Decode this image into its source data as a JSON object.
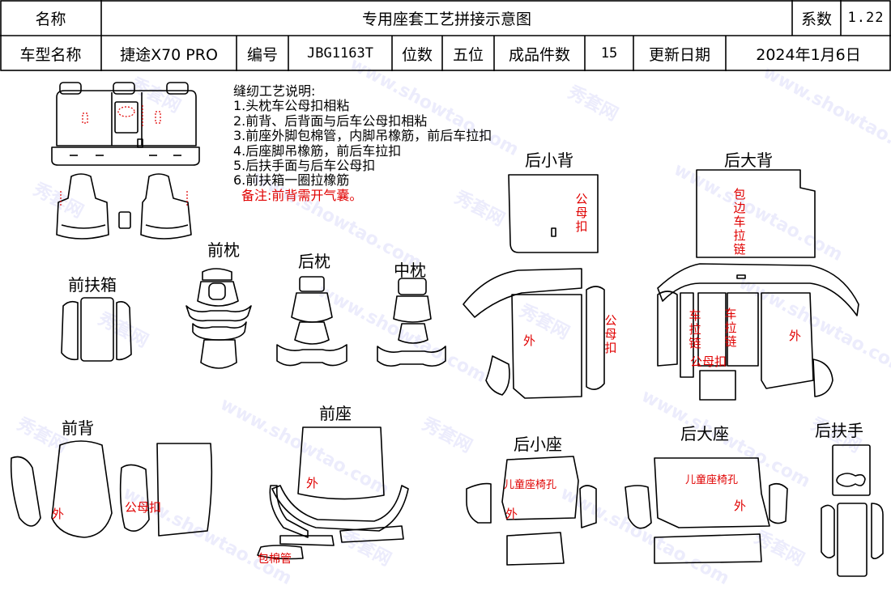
{
  "header": {
    "name_label": "名称",
    "title": "专用座套工艺拼接示意图",
    "coef_label": "系数",
    "coef_value": "1.22",
    "model_label": "车型名称",
    "model_value": "捷途X70 PRO",
    "code_label": "编号",
    "code_value": "JBG1163T",
    "seats_label": "位数",
    "seats_value": "五位",
    "pieces_label": "成品件数",
    "pieces_value": "15",
    "update_label": "更新日期",
    "update_value": "2024年1月6日"
  },
  "notes": {
    "title": "缝纫工艺说明:",
    "items": [
      "1.头枕车公母扣相粘",
      "2.前背、后背面与后车公母扣相粘",
      "3.前座外脚包棉管，内脚吊橡筋，前后车拉扣",
      "4.后座脚吊橡筋，前后车拉扣",
      "5.后扶手面与后车公母扣",
      "6.前扶箱一圈拉橡筋"
    ],
    "remark": "备注:前背需开气囊。"
  },
  "parts": {
    "front_headrest": "前枕",
    "rear_headrest": "后枕",
    "mid_headrest": "中枕",
    "front_armbox": "前扶箱",
    "rear_small_back": "后小背",
    "rear_big_back": "后大背",
    "front_back": "前背",
    "front_seat": "前座",
    "rear_small_seat": "后小座",
    "rear_big_seat": "后大座",
    "rear_armrest": "后扶手"
  },
  "annotations": {
    "snap_fastener": "公母扣",
    "outer": "外",
    "edge_zipper": "包边车拉链",
    "zipper": "车拉链",
    "child_seat_hole": "儿童座椅孔",
    "cotton_tube": "包棉管"
  },
  "watermark": {
    "brand": "秀套网",
    "site": "www.showtao.com"
  }
}
